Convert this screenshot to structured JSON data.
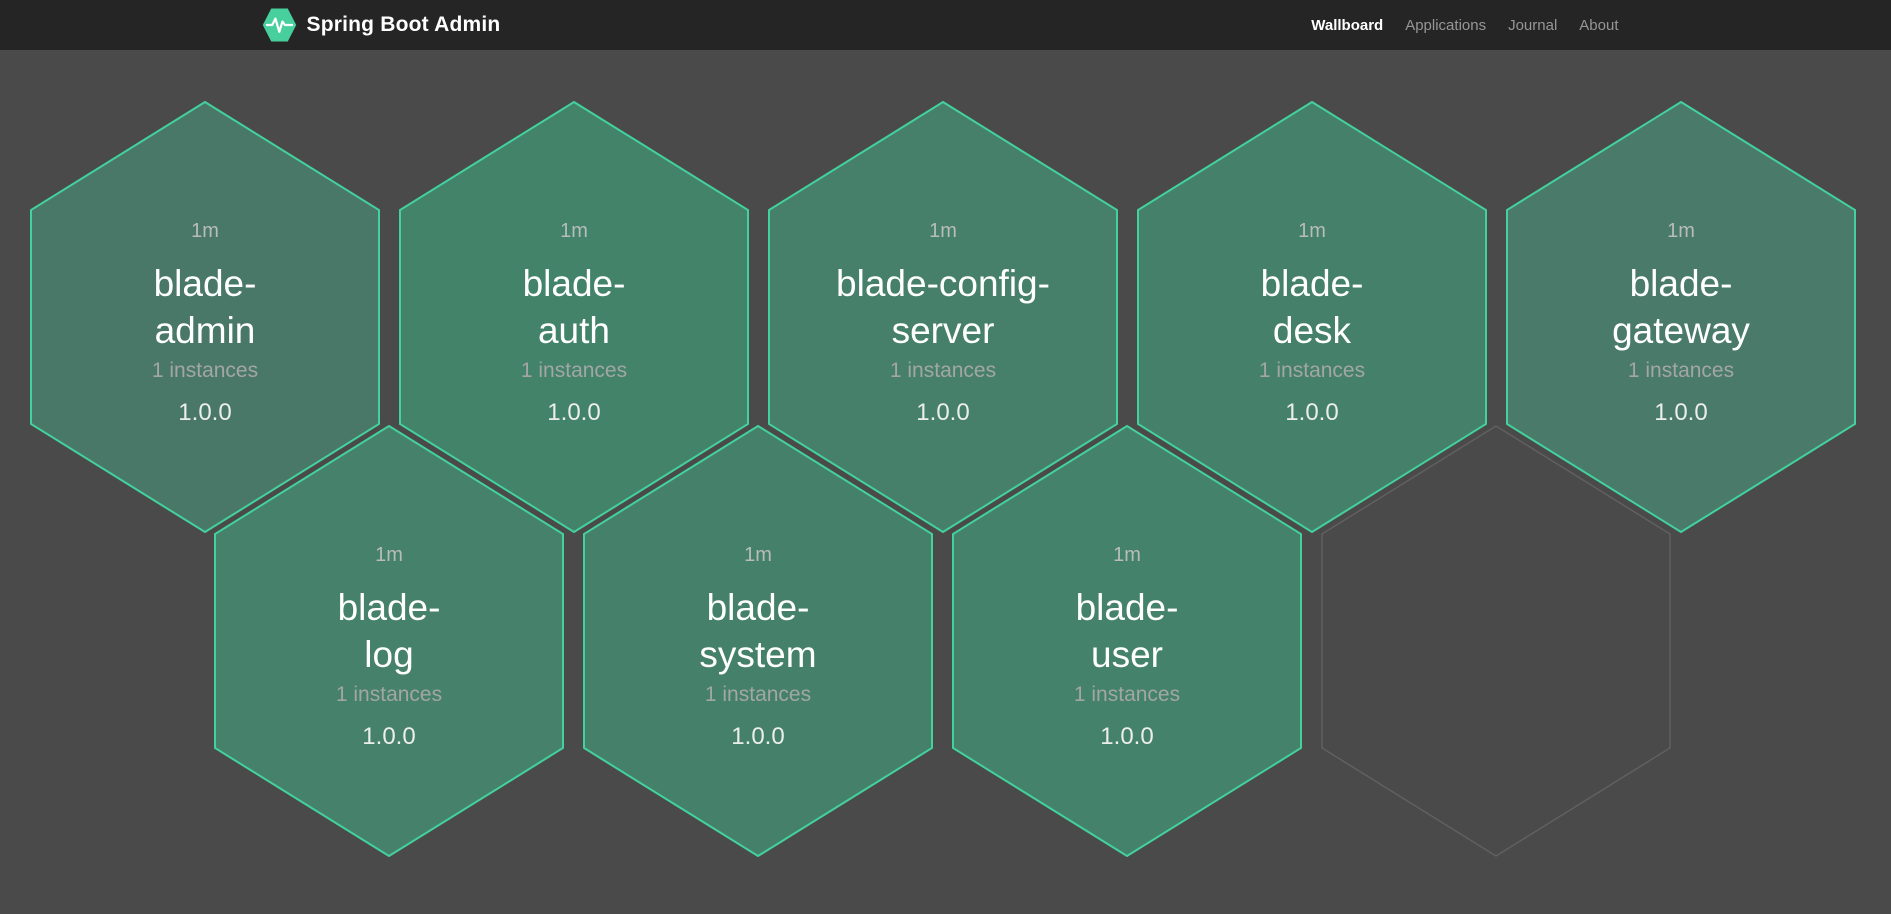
{
  "navbar": {
    "brand": "Spring Boot Admin",
    "items": [
      {
        "label": "Wallboard",
        "active": true
      },
      {
        "label": "Applications",
        "active": false
      },
      {
        "label": "Journal",
        "active": false
      },
      {
        "label": "About",
        "active": false
      }
    ]
  },
  "wallboard": {
    "applications": [
      {
        "name": "blade-admin",
        "name_display": "blade-\nadmin",
        "uptime": "1m",
        "instances_label": "1 instances",
        "version": "1.0.0",
        "status": "up",
        "fill_color": "#4a7868"
      },
      {
        "name": "blade-auth",
        "name_display": "blade-\nauth",
        "uptime": "1m",
        "instances_label": "1 instances",
        "version": "1.0.0",
        "status": "up",
        "fill_color": "#43836a"
      },
      {
        "name": "blade-config-server",
        "name_display": "blade-config-\nserver",
        "uptime": "1m",
        "instances_label": "1 instances",
        "version": "1.0.0",
        "status": "up",
        "fill_color": "#46806b"
      },
      {
        "name": "blade-desk",
        "name_display": "blade-\ndesk",
        "uptime": "1m",
        "instances_label": "1 instances",
        "version": "1.0.0",
        "status": "up",
        "fill_color": "#45806a"
      },
      {
        "name": "blade-gateway",
        "name_display": "blade-\ngateway",
        "uptime": "1m",
        "instances_label": "1 instances",
        "version": "1.0.0",
        "status": "up",
        "fill_color": "#497a6a"
      },
      {
        "name": "blade-log",
        "name_display": "blade-\nlog",
        "uptime": "1m",
        "instances_label": "1 instances",
        "version": "1.0.0",
        "status": "up",
        "fill_color": "#46816b"
      },
      {
        "name": "blade-system",
        "name_display": "blade-\nsystem",
        "uptime": "1m",
        "instances_label": "1 instances",
        "version": "1.0.0",
        "status": "up",
        "fill_color": "#45816a"
      },
      {
        "name": "blade-user",
        "name_display": "blade-\nuser",
        "uptime": "1m",
        "instances_label": "1 instances",
        "version": "1.0.0",
        "status": "up",
        "fill_color": "#44826b"
      }
    ],
    "empty_slots": 1
  },
  "colors": {
    "navbar_bg": "#252525",
    "page_bg": "#4a4a4a",
    "brand_green": "#48cf9e",
    "hex_border": "#43d19e",
    "empty_hex_border": "#606060",
    "nav_active": "#ffffff",
    "nav_inactive": "#969696",
    "text_name": "#ffffff",
    "text_uptime": "#b8bcba",
    "text_instances": "#a2a6a4",
    "text_version": "#eceeed"
  }
}
